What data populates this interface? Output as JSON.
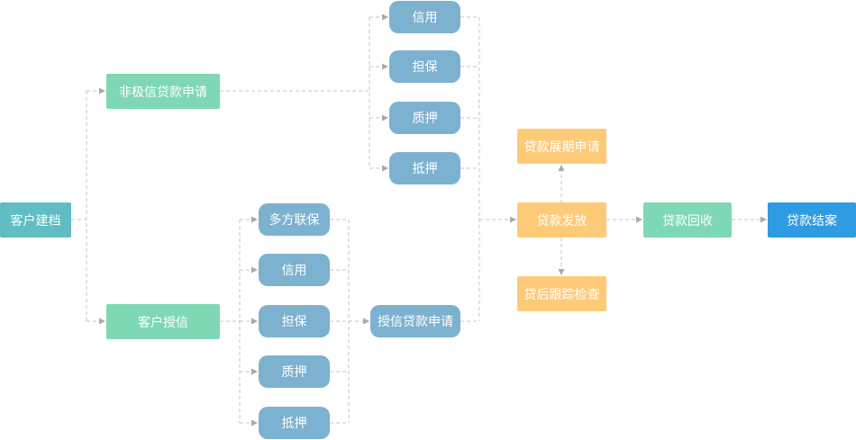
{
  "nodes": {
    "customer_archive": "客户建档",
    "non_credit_loan_application": "非极信贷款申请",
    "customer_credit": "客户授信",
    "top_credit": "信用",
    "top_guarantee": "担保",
    "top_pledge": "质押",
    "top_mortgage": "抵押",
    "joint_guarantee": "多方联保",
    "bottom_credit": "信用",
    "bottom_guarantee": "担保",
    "bottom_pledge": "质押",
    "bottom_mortgage": "抵押",
    "credit_loan_application": "授信贷款申请",
    "loan_extension_application": "贷款展期申请",
    "loan_disbursement": "贷款发放",
    "post_loan_inspection": "贷后跟踪检查",
    "loan_recovery": "贷款回收",
    "loan_settlement": "贷款结案"
  },
  "colors": {
    "teal": "#5fbdc3",
    "green": "#7ed8b3",
    "pill_blue": "#7db1d0",
    "orange": "#fdca78",
    "final_blue": "#2f9be2",
    "connector": "#c4c4c4"
  }
}
